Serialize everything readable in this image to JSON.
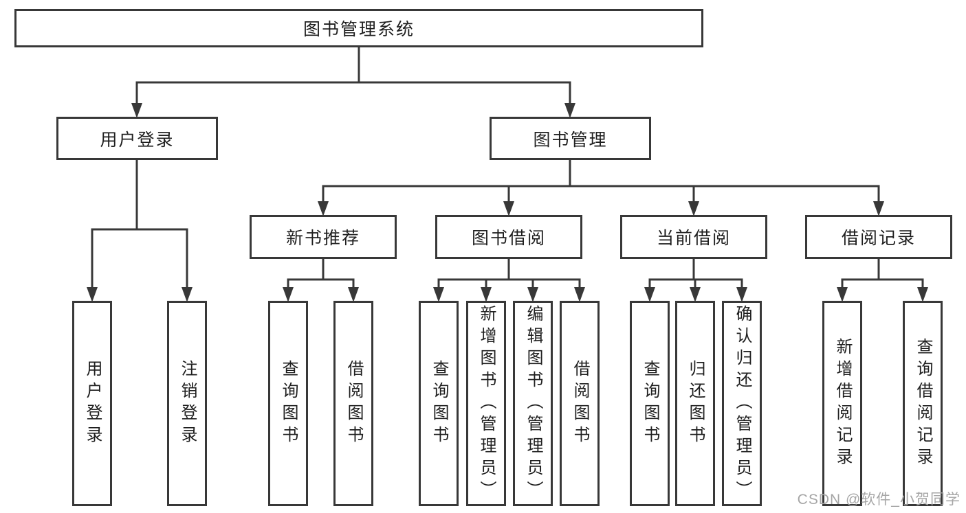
{
  "tree": {
    "root_label": "图书管理系统",
    "branches": [
      {
        "label": "用户登录",
        "leaves": [
          "用户登录",
          "注销登录"
        ]
      },
      {
        "label": "图书管理",
        "groups": [
          {
            "label": "新书推荐",
            "leaves": [
              "查询图书",
              "借阅图书"
            ]
          },
          {
            "label": "图书借阅",
            "leaves": [
              "查询图书",
              "新增图书（管理员）",
              "编辑图书（管理员）",
              "借阅图书"
            ]
          },
          {
            "label": "当前借阅",
            "leaves": [
              "查询图书",
              "归还图书",
              "确认归还（管理员）"
            ]
          },
          {
            "label": "借阅记录",
            "leaves": [
              "新增借阅记录",
              "查询借阅记录"
            ]
          }
        ]
      }
    ]
  },
  "watermark": {
    "text": "CSDN @软件_小贺同学"
  },
  "colors": {
    "line": "#383838",
    "box_border": "#383838",
    "text": "#1f1f1f",
    "background": "#ffffff",
    "watermark": "#a6a6a6"
  }
}
